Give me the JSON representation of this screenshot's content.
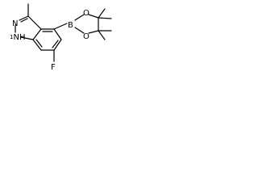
{
  "molecule": {
    "atoms": {
      "nitrogen_upper": "N",
      "nh_group": "NH",
      "nh_prefix": "1",
      "boron": "B",
      "oxygen_upper": "O",
      "oxygen_lower": "O",
      "fluorine": "F"
    }
  }
}
